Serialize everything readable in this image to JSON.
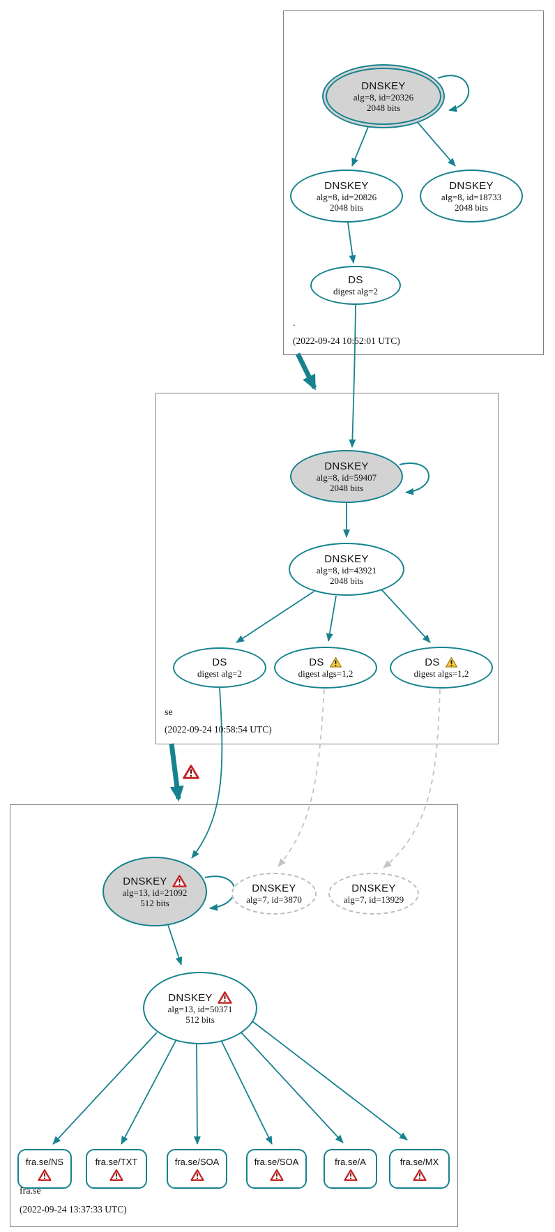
{
  "colors": {
    "accent_teal": "#17828f",
    "ksk_fill_gray": "#d3d3d3",
    "warning_yellow": "#f3c73d",
    "error_red": "#c32222",
    "zone_border_gray": "#7f7f7f",
    "dashed_gray": "#bdbdbd"
  },
  "icons": {
    "warning": "warning-triangle-icon",
    "error": "error-triangle-icon",
    "self_loop": "self-sign-loop-arrow"
  },
  "zones": {
    "root": {
      "label": ".",
      "timestamp": "(2022-09-24 10:52:01 UTC)",
      "ksk": {
        "title": "DNSKEY",
        "alg": "alg=8, id=20326",
        "bits": "2048 bits"
      },
      "zsk_left": {
        "title": "DNSKEY",
        "alg": "alg=8, id=20826",
        "bits": "2048 bits"
      },
      "zsk_right": {
        "title": "DNSKEY",
        "alg": "alg=8, id=18733",
        "bits": "2048 bits"
      },
      "ds": {
        "title": "DS",
        "digest": "digest alg=2"
      }
    },
    "se": {
      "label": "se",
      "timestamp": "(2022-09-24 10:58:54 UTC)",
      "ksk": {
        "title": "DNSKEY",
        "alg": "alg=8, id=59407",
        "bits": "2048 bits"
      },
      "zsk": {
        "title": "DNSKEY",
        "alg": "alg=8, id=43921",
        "bits": "2048 bits"
      },
      "ds1": {
        "title": "DS",
        "digest": "digest alg=2"
      },
      "ds2": {
        "title": "DS",
        "digest": "digest algs=1,2"
      },
      "ds3": {
        "title": "DS",
        "digest": "digest algs=1,2"
      }
    },
    "fra_se": {
      "label": "fra.se",
      "timestamp": "(2022-09-24 13:37:33 UTC)",
      "ksk": {
        "title": "DNSKEY",
        "alg": "alg=13, id=21092",
        "bits": "512 bits"
      },
      "alt1": {
        "title": "DNSKEY",
        "alg": "alg=7, id=3870"
      },
      "alt2": {
        "title": "DNSKEY",
        "alg": "alg=7, id=13929"
      },
      "zsk": {
        "title": "DNSKEY",
        "alg": "alg=13, id=50371",
        "bits": "512 bits"
      },
      "rrsets": [
        {
          "label": "fra.se/NS"
        },
        {
          "label": "fra.se/TXT"
        },
        {
          "label": "fra.se/SOA"
        },
        {
          "label": "fra.se/SOA"
        },
        {
          "label": "fra.se/A"
        },
        {
          "label": "fra.se/MX"
        }
      ]
    }
  }
}
